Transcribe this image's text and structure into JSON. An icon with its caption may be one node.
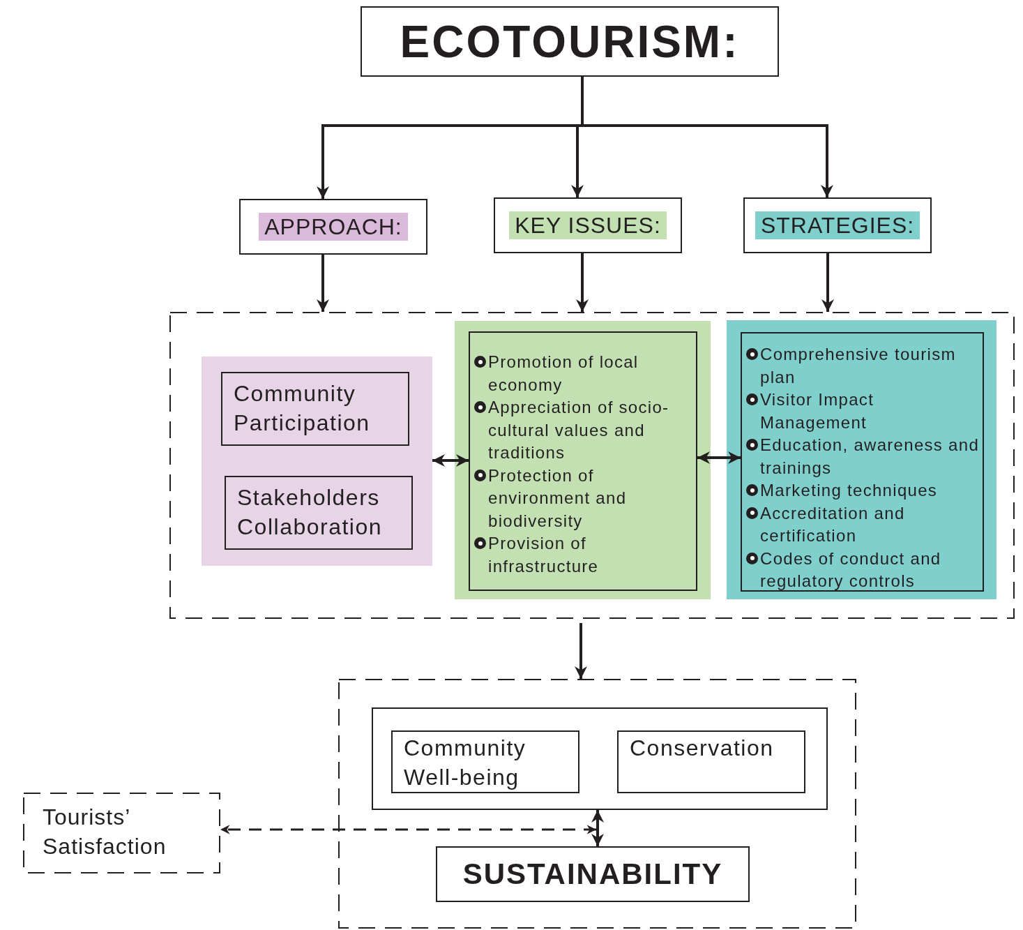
{
  "diagram": {
    "nodes": [
      {
        "text": [
          "ECOTOURISM:"
        ]
      },
      {
        "text": [
          "APPROACH:"
        ]
      },
      {
        "text": [
          "KEY ISSUES:"
        ]
      },
      {
        "text": [
          "STRATEGIES:"
        ]
      },
      {
        "text": [],
        "shape": "box"
      },
      {
        "text": [],
        "shape": "box",
        "in": 4
      },
      {
        "text": [
          "Community Participation"
        ],
        "in": 5
      },
      {
        "text": [
          "Stakeholders Collaboration"
        ],
        "in": 5
      },
      {
        "text": [],
        "shape": "box",
        "in": 4
      },
      {
        "text": [
          "Promotion of local economy",
          "Appreciation of socio-cultural values and traditions",
          "Protection of environment and biodiversity",
          "Provision of infrastructure"
        ],
        "in": 8
      },
      {
        "text": [],
        "shape": "box",
        "in": 4
      },
      {
        "text": [
          "Comprehensive tourism plan",
          "Visitor Impact Management",
          "Education, awareness and trainings",
          "Marketing techniques",
          "Accreditation and certification",
          "Codes of conduct and regulatory controls"
        ],
        "in": 10
      },
      {
        "text": [],
        "shape": "box"
      },
      {
        "text": [],
        "shape": "box",
        "in": 12
      },
      {
        "text": [
          "Community Well-being"
        ],
        "in": 13
      },
      {
        "text": [
          "Conservation"
        ],
        "in": 13
      },
      {
        "text": [
          "SUSTAINABILITY"
        ],
        "in": 12
      },
      {
        "text": [
          "Tourists’ Satisfaction"
        ]
      }
    ],
    "edges": [
      {
        "from": 0,
        "to": 1,
        "arrow": "to"
      },
      {
        "from": 0,
        "to": 2,
        "arrow": "to"
      },
      {
        "from": 0,
        "to": 3,
        "arrow": "to"
      },
      {
        "from": 1,
        "to": 4,
        "arrow": "to"
      },
      {
        "from": 2,
        "to": 4,
        "arrow": "to"
      },
      {
        "from": 3,
        "to": 4,
        "arrow": "to"
      },
      {
        "from": 5,
        "to": 9,
        "arrow": "both"
      },
      {
        "from": 9,
        "to": 11,
        "arrow": "both"
      },
      {
        "from": 4,
        "to": 12,
        "arrow": "to"
      },
      {
        "from": 13,
        "to": 16,
        "arrow": "both"
      },
      {
        "from": 16,
        "to": 17,
        "arrow": "both",
        "style": "dashed"
      }
    ]
  }
}
